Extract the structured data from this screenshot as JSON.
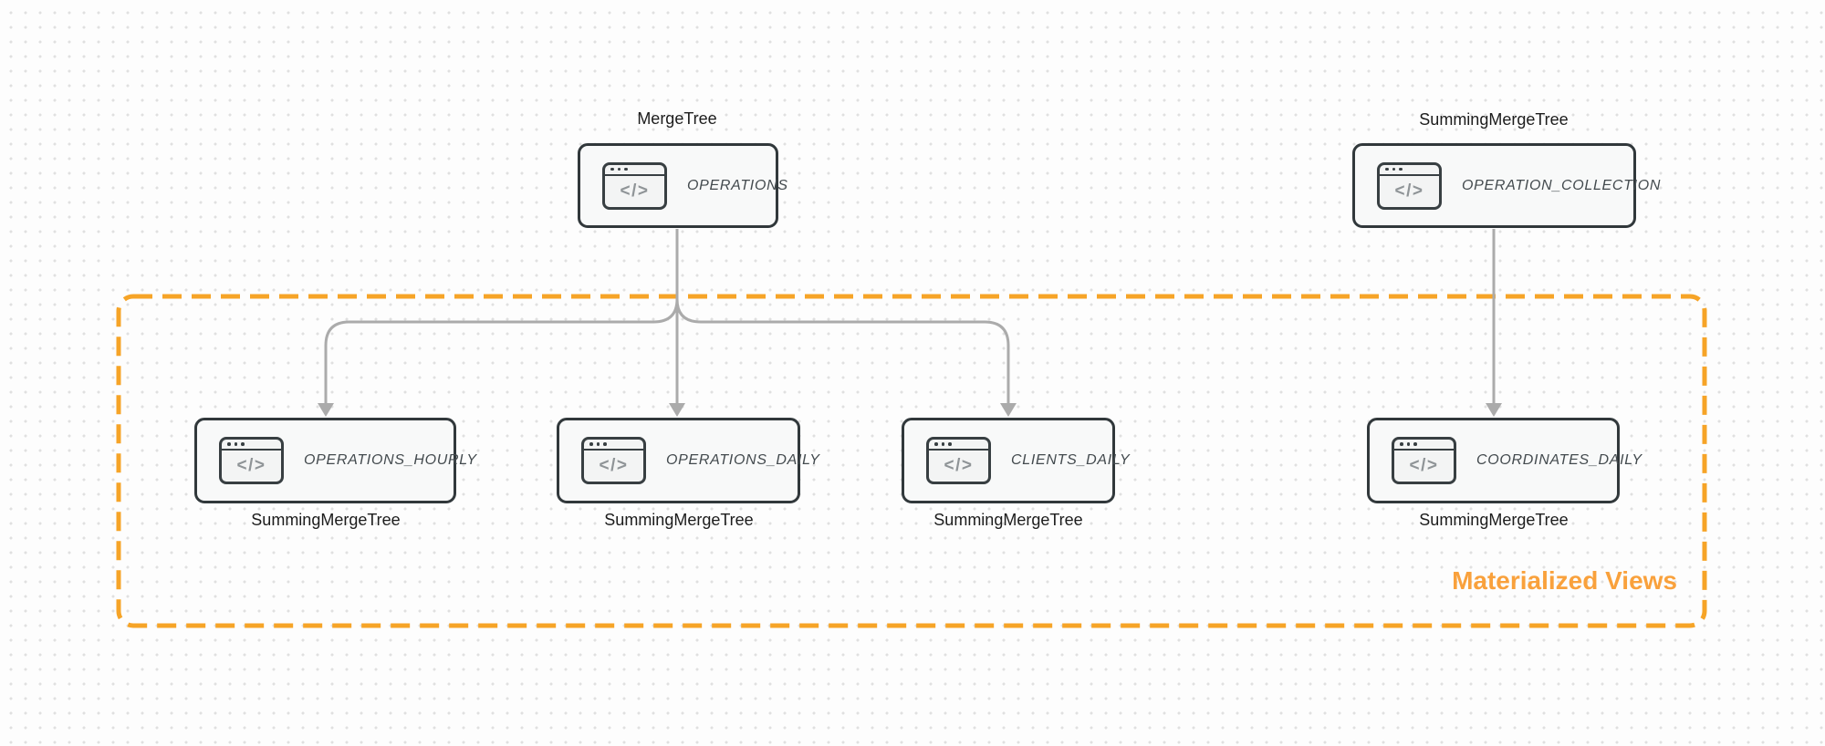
{
  "diagram": {
    "icon": {
      "name": "code-window-icon",
      "glyph": "</>"
    },
    "group": {
      "label": "Materialized Views",
      "accent_color": "#F6A427",
      "title_color": "#F9A13C"
    },
    "nodes": {
      "operations": {
        "label": "OPERATIONS",
        "engine": "MergeTree",
        "engine_position": "top"
      },
      "operation_collection": {
        "label": "OPERATION_COLLECTION",
        "engine": "SummingMergeTree",
        "engine_position": "top"
      },
      "operations_hourly": {
        "label": "OPERATIONS_HOURLY",
        "engine": "SummingMergeTree",
        "engine_position": "bottom"
      },
      "operations_daily": {
        "label": "OPERATIONS_DAILY",
        "engine": "SummingMergeTree",
        "engine_position": "bottom"
      },
      "clients_daily": {
        "label": "CLIENTS_DAILY",
        "engine": "SummingMergeTree",
        "engine_position": "bottom"
      },
      "coordinates_daily": {
        "label": "COORDINATES_DAILY",
        "engine": "SummingMergeTree",
        "engine_position": "bottom"
      }
    },
    "edges": [
      {
        "from": "operations",
        "to": "operations_hourly"
      },
      {
        "from": "operations",
        "to": "operations_daily"
      },
      {
        "from": "operations",
        "to": "clients_daily"
      },
      {
        "from": "operation_collection",
        "to": "coordinates_daily"
      }
    ],
    "colors": {
      "edge": "#ABABAB",
      "node_border": "#31383B",
      "node_fill": "#F8F9F9",
      "node_text": "#434A4E",
      "engine_text": "#1C1C1C",
      "canvas_bg": "#FDFDFD",
      "canvas_dots": "#E0E0E0"
    }
  }
}
